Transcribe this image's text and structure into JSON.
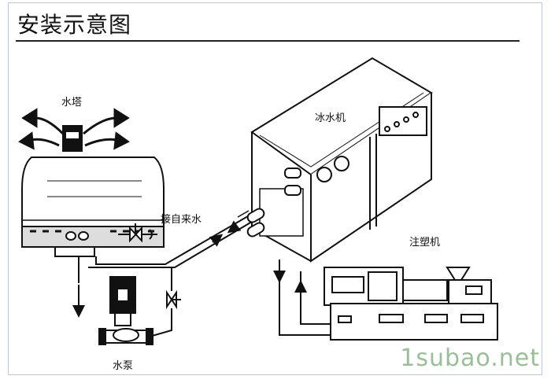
{
  "header": {
    "title": "安装示意图"
  },
  "labels": {
    "cooling_tower": "水塔",
    "chiller": "冰水机",
    "tap_water": "接自来水",
    "injection_machine": "注塑机",
    "pump": "水泵"
  },
  "watermark": "1subao.net",
  "colors": {
    "line": "#111111",
    "watermark": "#8fb88f",
    "rule": "#222222"
  }
}
